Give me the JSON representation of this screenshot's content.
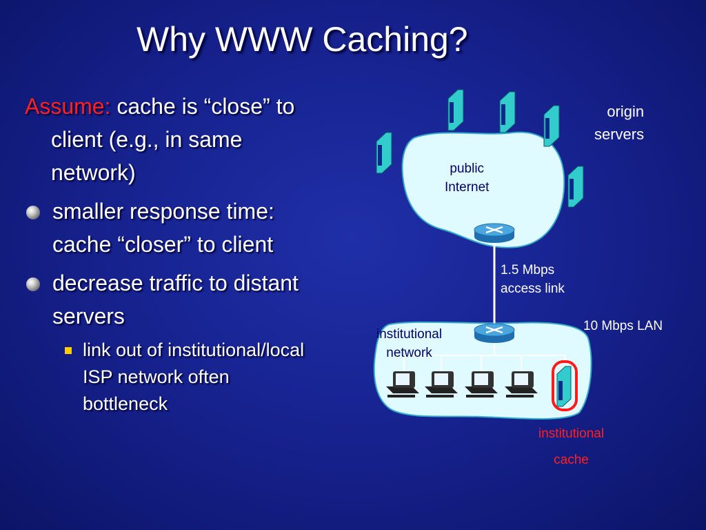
{
  "slide": {
    "title": "Why WWW Caching?",
    "assume_label": "Assume:",
    "assume_text": "cache is “close” to client (e.g., in same network)",
    "bullets": [
      "smaller response time: cache “closer” to client",
      "decrease traffic to distant servers"
    ],
    "sub_bullet": "link out of institutional/local ISP network often bottleneck"
  },
  "diagram": {
    "public_internet_label_line1": "public",
    "public_internet_label_line2": "Internet",
    "origin_servers_line1": "origin",
    "origin_servers_line2": "servers",
    "access_link_line1": "1.5 Mbps",
    "access_link_line2": "access link",
    "lan_label": "10 Mbps LAN",
    "institutional_network_line1": "institutional",
    "institutional_network_line2": "network",
    "institutional_cache_line1": "institutional",
    "institutional_cache_line2": "cache"
  },
  "colors": {
    "background": "#15208a",
    "accent_red": "#ff2020",
    "cloud_fill": "#e0fbff",
    "server_teal": "#33cccc",
    "sub_bullet_square": "#ffcc00"
  }
}
